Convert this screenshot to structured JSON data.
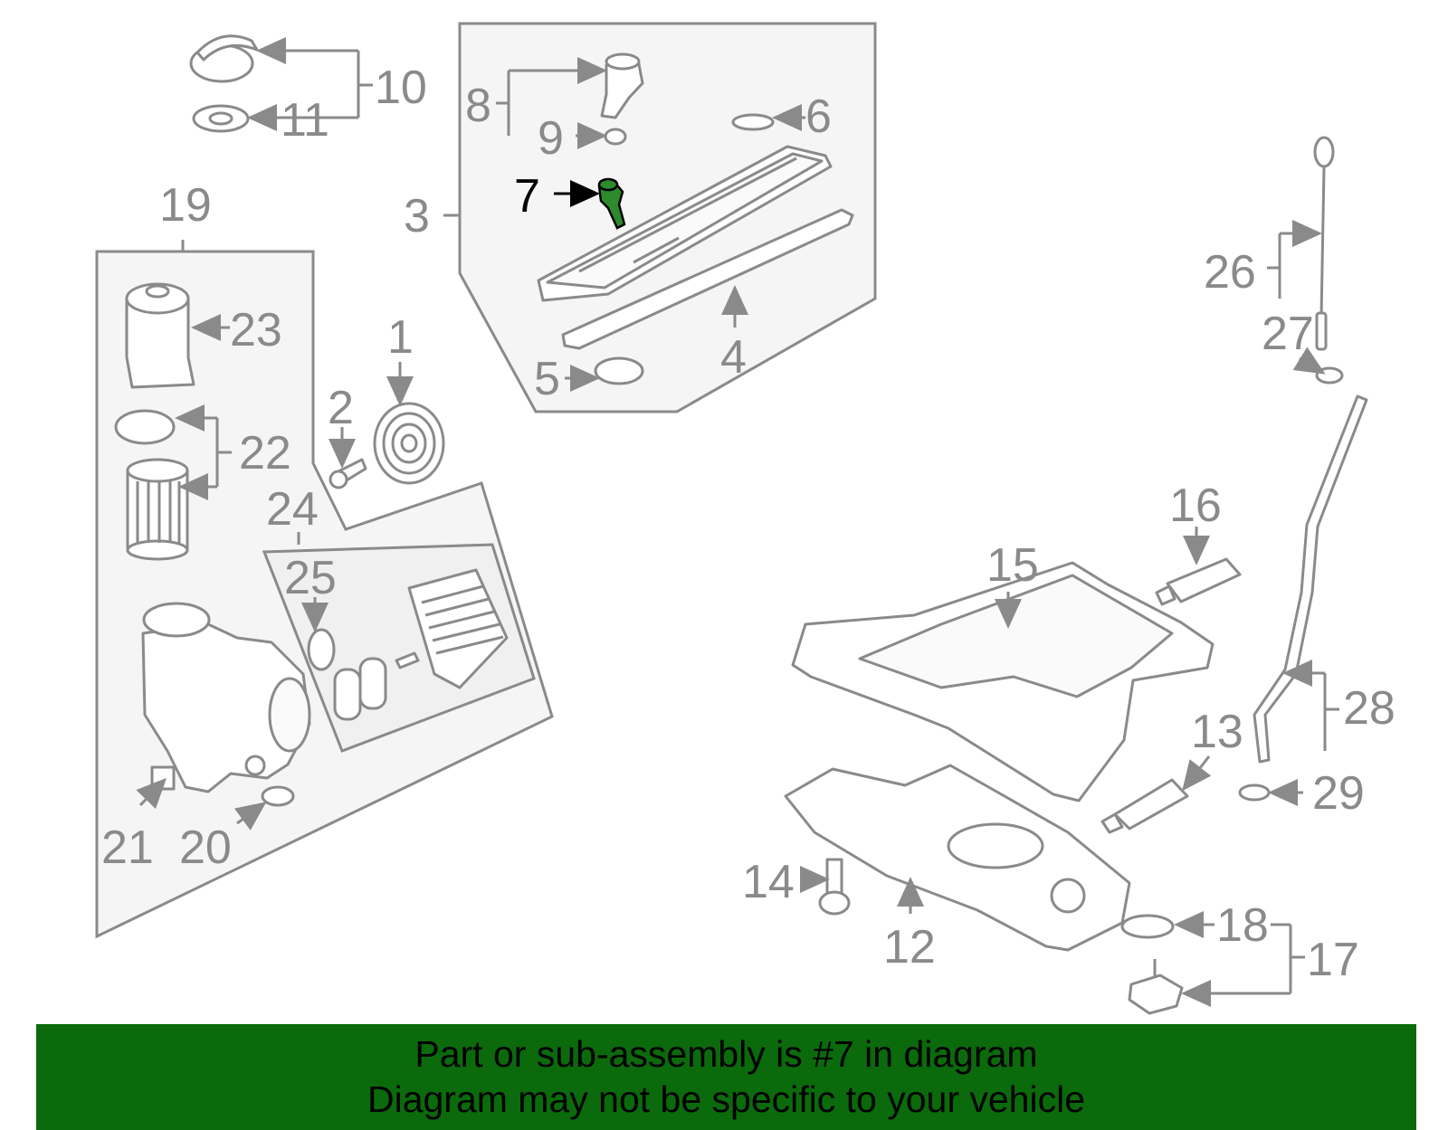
{
  "banner": {
    "line1": "Part or sub-assembly is #7 in diagram",
    "line2": "Diagram may not be specific to your vehicle"
  },
  "highlight_color": "#0b6a0b",
  "highlighted_part": "7",
  "callouts": {
    "c1": "1",
    "c2": "2",
    "c3": "3",
    "c4": "4",
    "c5": "5",
    "c6": "6",
    "c7": "7",
    "c8": "8",
    "c9": "9",
    "c10": "10",
    "c11": "11",
    "c12": "12",
    "c13": "13",
    "c14": "14",
    "c15": "15",
    "c16": "16",
    "c17": "17",
    "c18": "18",
    "c19": "19",
    "c20": "20",
    "c21": "21",
    "c22": "22",
    "c23": "23",
    "c24": "24",
    "c25": "25",
    "c26": "26",
    "c27": "27",
    "c28": "28",
    "c29": "29"
  }
}
